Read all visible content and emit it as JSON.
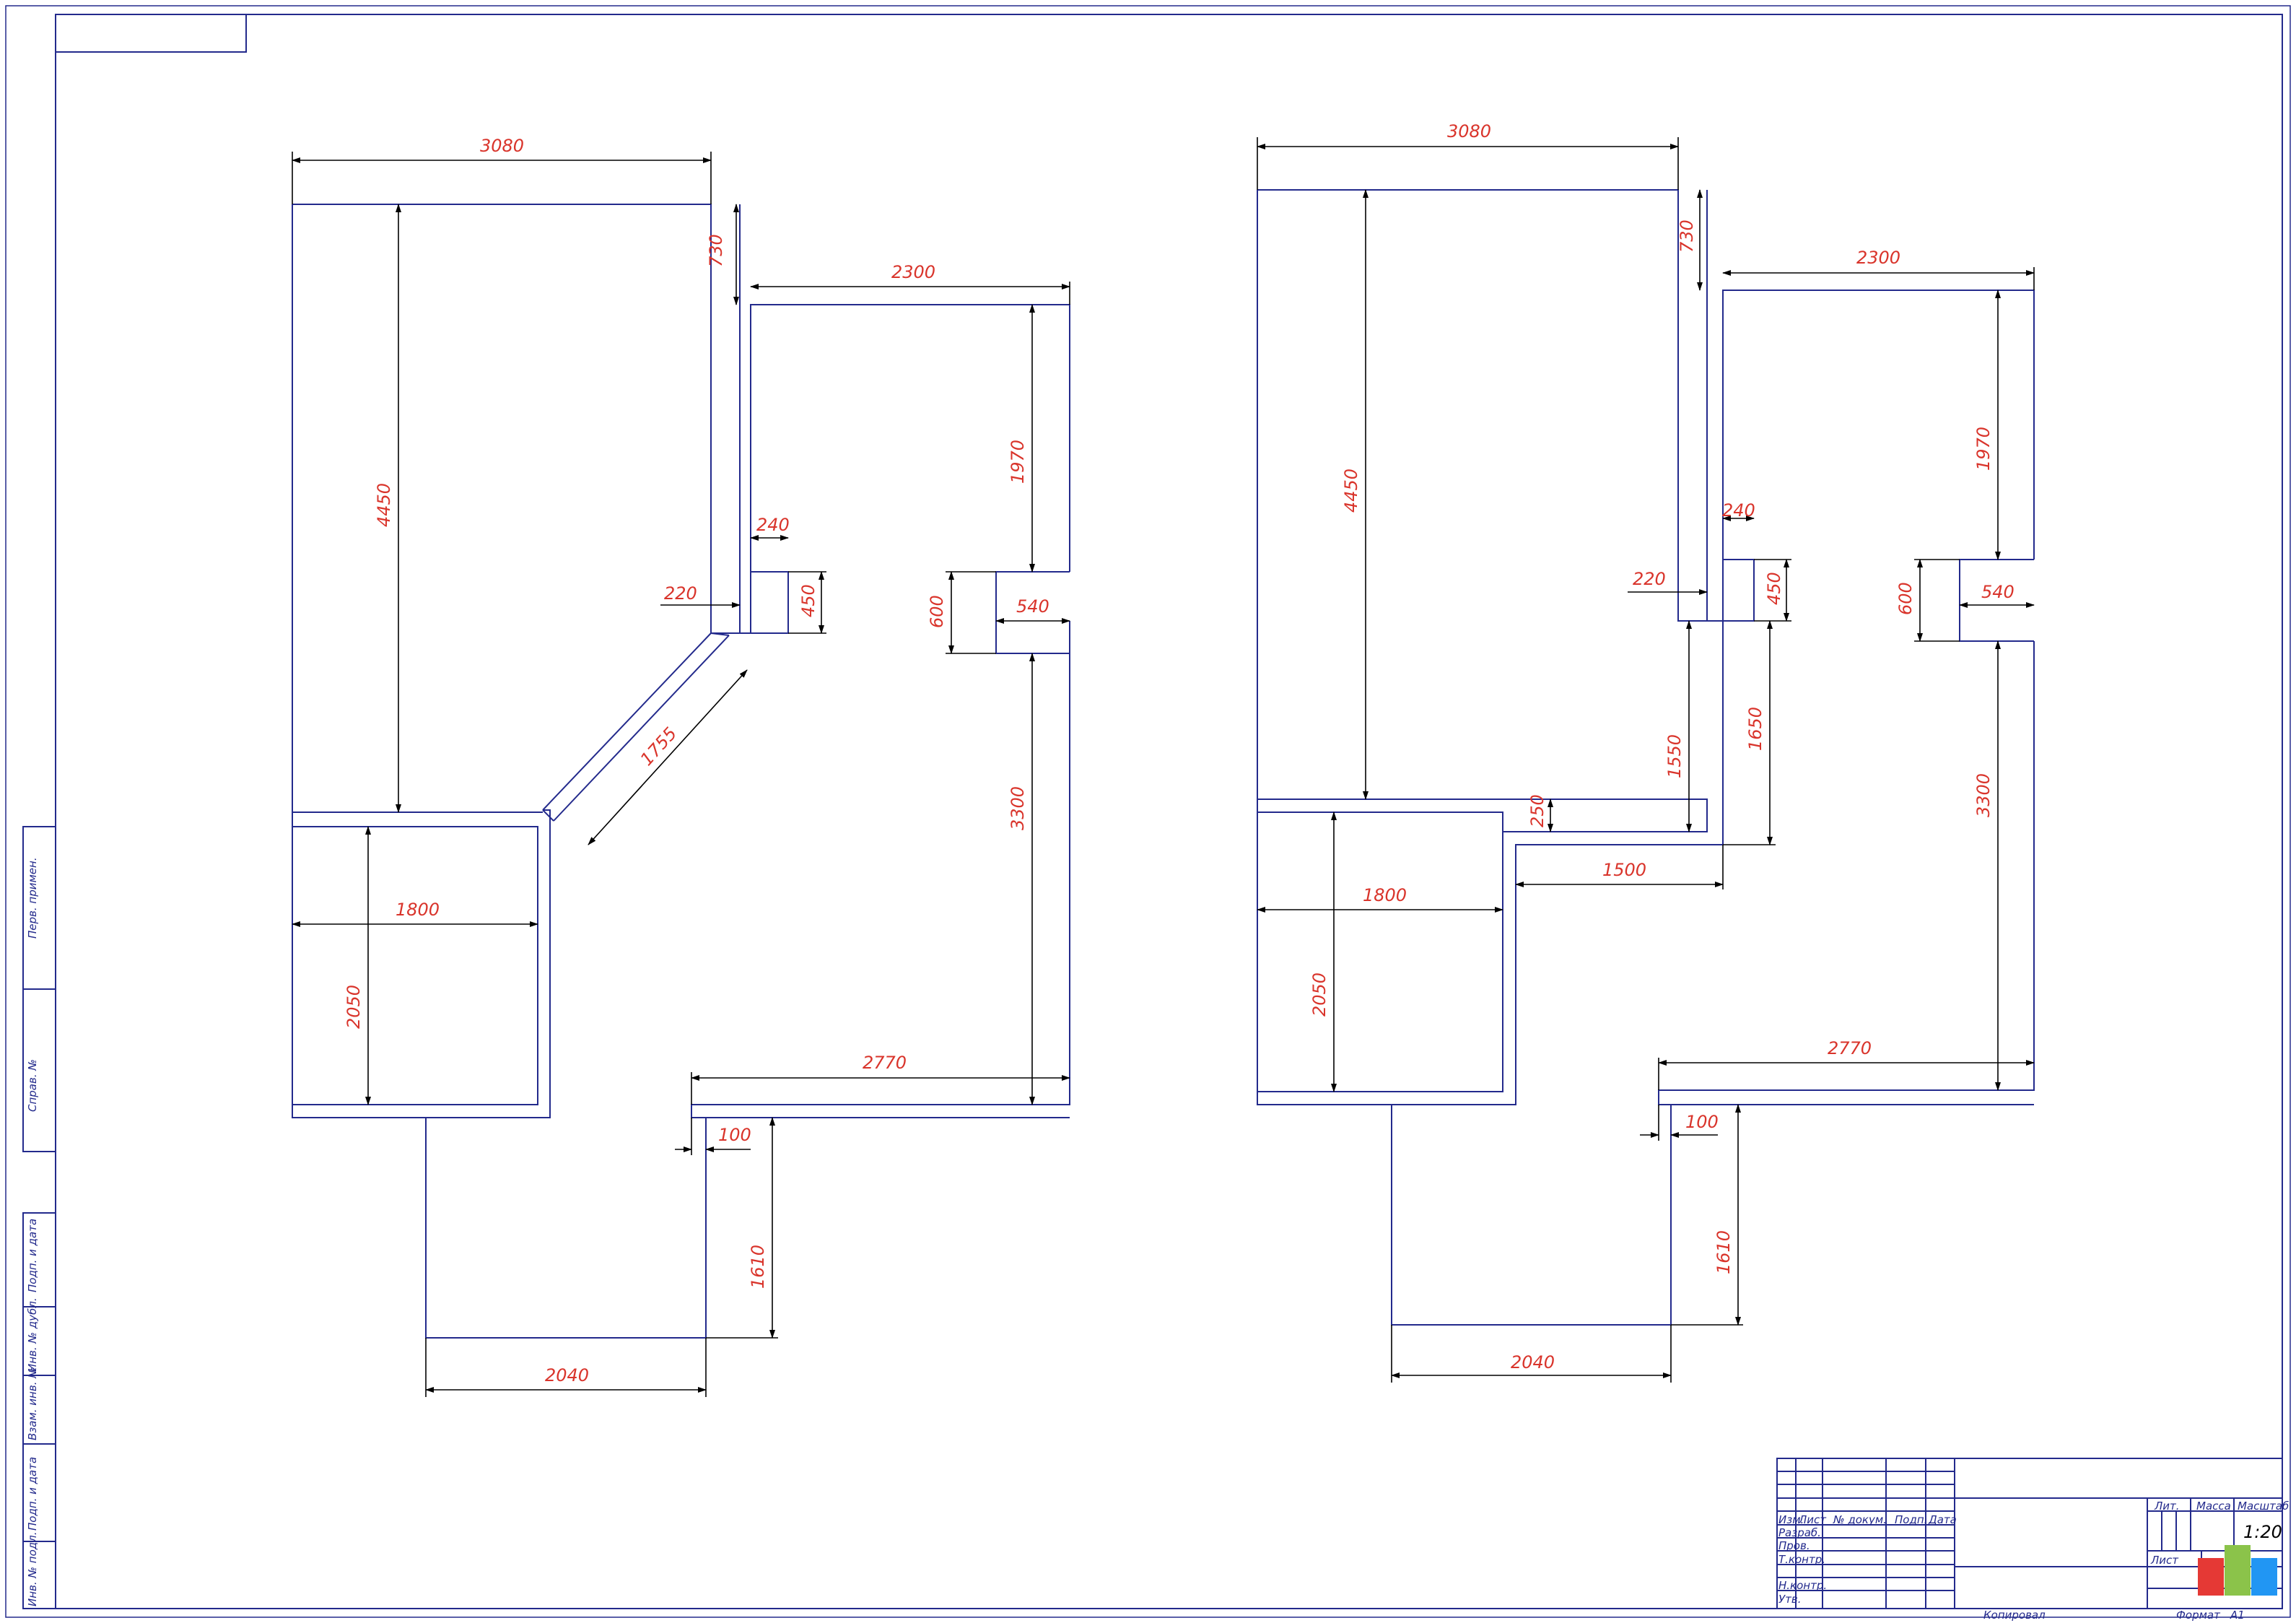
{
  "scale": "1:20",
  "format_label": "Формат",
  "format_value": "A1",
  "copied_label": "Копировал",
  "side_stamp": [
    "Перв. примен.",
    "Справ. №",
    "Подп. и дата",
    "Инв. № дубл.",
    "Взам. инв. №",
    "Подп. и дата",
    "Инв. № подл."
  ],
  "title_block": {
    "col_headers": [
      "Изм.",
      "Лист",
      "№ докум.",
      "Подп.",
      "Дата"
    ],
    "rows": [
      "Разраб.",
      "Пров.",
      "Т.контр.",
      "Н.контр.",
      "Утв."
    ],
    "right_headers": [
      "Лит.",
      "Масса",
      "Масштаб"
    ],
    "sheet_label": "Лист"
  },
  "plan_left": {
    "dims": [
      "3080",
      "730",
      "2300",
      "1970",
      "4450",
      "240",
      "220",
      "450",
      "600",
      "540",
      "1755",
      "3300",
      "1800",
      "2050",
      "2770",
      "100",
      "1610",
      "2040"
    ]
  },
  "plan_right": {
    "dims": [
      "3080",
      "730",
      "2300",
      "1970",
      "4450",
      "240",
      "220",
      "450",
      "600",
      "540",
      "250",
      "1550",
      "1650",
      "1500",
      "3300",
      "1800",
      "2050",
      "2770",
      "100",
      "1610",
      "2040"
    ]
  },
  "logo_colors": [
    "#e53935",
    "#8bc34a",
    "#2196f3"
  ]
}
